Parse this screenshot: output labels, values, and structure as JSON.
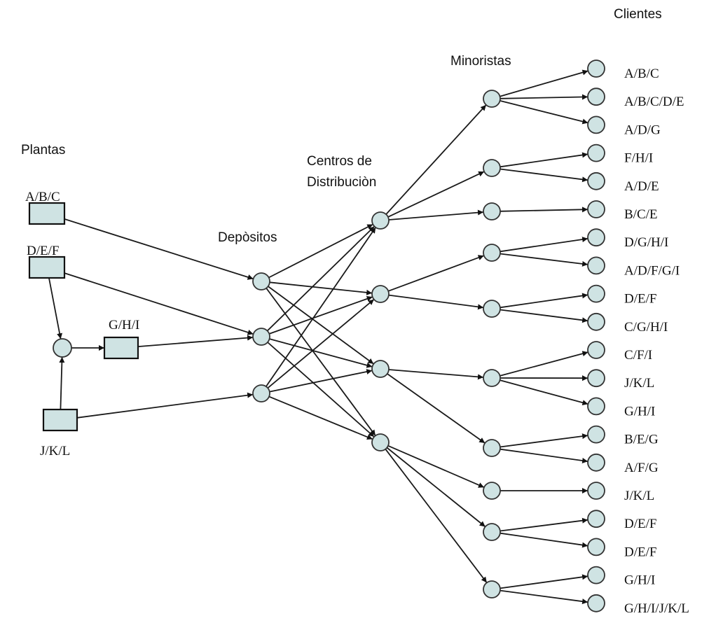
{
  "diagram": {
    "title": "Red de cadena de suministro",
    "stages": {
      "plantas": "Plantas",
      "depositos": "Depòsitos",
      "centros_line1": "Centros de",
      "centros_line2": "Distribuciòn",
      "minoristas": "Minoristas",
      "clientes": "Clientes"
    },
    "colors": {
      "node_fill": "#cfe3e3",
      "node_stroke": "#333333",
      "edge": "#1a1a1a"
    },
    "plants": [
      {
        "id": "P1",
        "label": "A/B/C"
      },
      {
        "id": "P2",
        "label": "D/E/F"
      },
      {
        "id": "P3",
        "label": "G/H/I"
      },
      {
        "id": "P4",
        "label": "J/K/L"
      }
    ],
    "junction": {
      "id": "J1"
    },
    "depots": [
      {
        "id": "D1"
      },
      {
        "id": "D2"
      },
      {
        "id": "D3"
      }
    ],
    "distribution_centers": [
      {
        "id": "C1"
      },
      {
        "id": "C2"
      },
      {
        "id": "C3"
      },
      {
        "id": "C4"
      }
    ],
    "retailers": [
      {
        "id": "R1"
      },
      {
        "id": "R2"
      },
      {
        "id": "R3"
      },
      {
        "id": "R4"
      },
      {
        "id": "R5"
      },
      {
        "id": "R6"
      },
      {
        "id": "R7"
      },
      {
        "id": "R8"
      },
      {
        "id": "R9"
      },
      {
        "id": "R10"
      }
    ],
    "clients": [
      {
        "id": "K1",
        "label": "A/B/C"
      },
      {
        "id": "K2",
        "label": "A/B/C/D/E"
      },
      {
        "id": "K3",
        "label": "A/D/G"
      },
      {
        "id": "K4",
        "label": "F/H/I"
      },
      {
        "id": "K5",
        "label": "A/D/E"
      },
      {
        "id": "K6",
        "label": "B/C/E"
      },
      {
        "id": "K7",
        "label": "D/G/H/I"
      },
      {
        "id": "K8",
        "label": "A/D/F/G/I"
      },
      {
        "id": "K9",
        "label": "D/E/F"
      },
      {
        "id": "K10",
        "label": "C/G/H/I"
      },
      {
        "id": "K11",
        "label": "C/F/I"
      },
      {
        "id": "K12",
        "label": "J/K/L"
      },
      {
        "id": "K13",
        "label": "G/H/I"
      },
      {
        "id": "K14",
        "label": "B/E/G"
      },
      {
        "id": "K15",
        "label": "A/F/G"
      },
      {
        "id": "K16",
        "label": "J/K/L"
      },
      {
        "id": "K17",
        "label": "D/E/F"
      },
      {
        "id": "K18",
        "label": "D/E/F"
      },
      {
        "id": "K19",
        "label": "G/H/I"
      },
      {
        "id": "K20",
        "label": "G/H/I/J/K/L"
      }
    ],
    "edges": [
      [
        "P2",
        "J1"
      ],
      [
        "P4",
        "J1"
      ],
      [
        "J1",
        "P3"
      ],
      [
        "P1",
        "D1"
      ],
      [
        "P2",
        "D2"
      ],
      [
        "P3",
        "D2"
      ],
      [
        "P4",
        "D3"
      ],
      [
        "D1",
        "C1"
      ],
      [
        "D1",
        "C2"
      ],
      [
        "D1",
        "C3"
      ],
      [
        "D1",
        "C4"
      ],
      [
        "D2",
        "C1"
      ],
      [
        "D2",
        "C2"
      ],
      [
        "D2",
        "C3"
      ],
      [
        "D2",
        "C4"
      ],
      [
        "D3",
        "C1"
      ],
      [
        "D3",
        "C2"
      ],
      [
        "D3",
        "C3"
      ],
      [
        "D3",
        "C4"
      ],
      [
        "C1",
        "R1"
      ],
      [
        "C1",
        "R2"
      ],
      [
        "C1",
        "R3"
      ],
      [
        "C2",
        "R4"
      ],
      [
        "C2",
        "R5"
      ],
      [
        "C3",
        "R6"
      ],
      [
        "C3",
        "R7"
      ],
      [
        "C4",
        "R8"
      ],
      [
        "C4",
        "R9"
      ],
      [
        "C4",
        "R10"
      ],
      [
        "R1",
        "K1"
      ],
      [
        "R1",
        "K2"
      ],
      [
        "R1",
        "K3"
      ],
      [
        "R2",
        "K4"
      ],
      [
        "R2",
        "K5"
      ],
      [
        "R3",
        "K6"
      ],
      [
        "R4",
        "K7"
      ],
      [
        "R4",
        "K8"
      ],
      [
        "R5",
        "K9"
      ],
      [
        "R5",
        "K10"
      ],
      [
        "R6",
        "K11"
      ],
      [
        "R6",
        "K12"
      ],
      [
        "R6",
        "K13"
      ],
      [
        "R7",
        "K14"
      ],
      [
        "R7",
        "K15"
      ],
      [
        "R8",
        "K16"
      ],
      [
        "R9",
        "K17"
      ],
      [
        "R9",
        "K18"
      ],
      [
        "R10",
        "K19"
      ],
      [
        "R10",
        "K20"
      ]
    ]
  }
}
